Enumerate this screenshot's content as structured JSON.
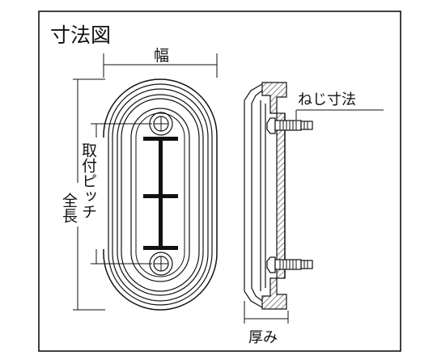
{
  "title": "寸法図",
  "labels": {
    "width": "幅",
    "mount_pitch": "取付ピッチ",
    "total_length": "全長",
    "screw_size": "ねじ寸法",
    "thickness": "厚み"
  },
  "colors": {
    "line": "#111111",
    "fill": "#ffffff",
    "hatch": "#555555"
  }
}
